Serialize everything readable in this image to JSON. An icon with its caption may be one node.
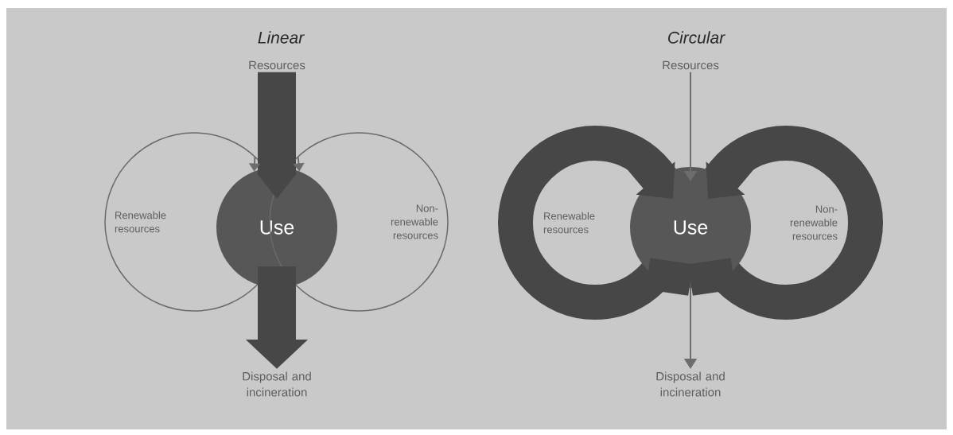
{
  "diagram": {
    "nodes": [
      {
        "text": [
          "Resources"
        ]
      },
      {
        "text": [
          "Renewable resources"
        ]
      },
      {
        "text": [
          "Use"
        ]
      },
      {
        "text": [
          "Non-renewable resources"
        ]
      },
      {
        "text": [
          "Disposal and incineration"
        ]
      },
      {
        "text": [
          "Resources"
        ]
      },
      {
        "text": [
          "Renewable resources"
        ]
      },
      {
        "text": [
          "Use"
        ]
      },
      {
        "text": [
          "Non-renewable resources"
        ]
      },
      {
        "text": [
          "Disposal and incineration"
        ]
      }
    ],
    "edges": [
      {
        "from": 0,
        "to": 2,
        "arrow": "to"
      },
      {
        "from": 1,
        "to": 2,
        "arrow": "to",
        "color": "#6d6d6d"
      },
      {
        "from": 3,
        "to": 2,
        "arrow": "to",
        "color": "#6d6d6d"
      },
      {
        "from": 2,
        "to": 4,
        "arrow": "to"
      },
      {
        "from": 5,
        "to": 7,
        "arrow": "to",
        "color": "#6d6d6d"
      },
      {
        "from": 6,
        "to": 7,
        "arrow": "to"
      },
      {
        "from": 8,
        "to": 7,
        "arrow": "to"
      },
      {
        "from": 7,
        "to": 6,
        "arrow": "none"
      },
      {
        "from": 7,
        "to": 8,
        "arrow": "none"
      },
      {
        "from": 7,
        "to": 9,
        "arrow": "to",
        "color": "#6d6d6d"
      }
    ],
    "labels": [
      "Linear",
      "Circular"
    ]
  }
}
